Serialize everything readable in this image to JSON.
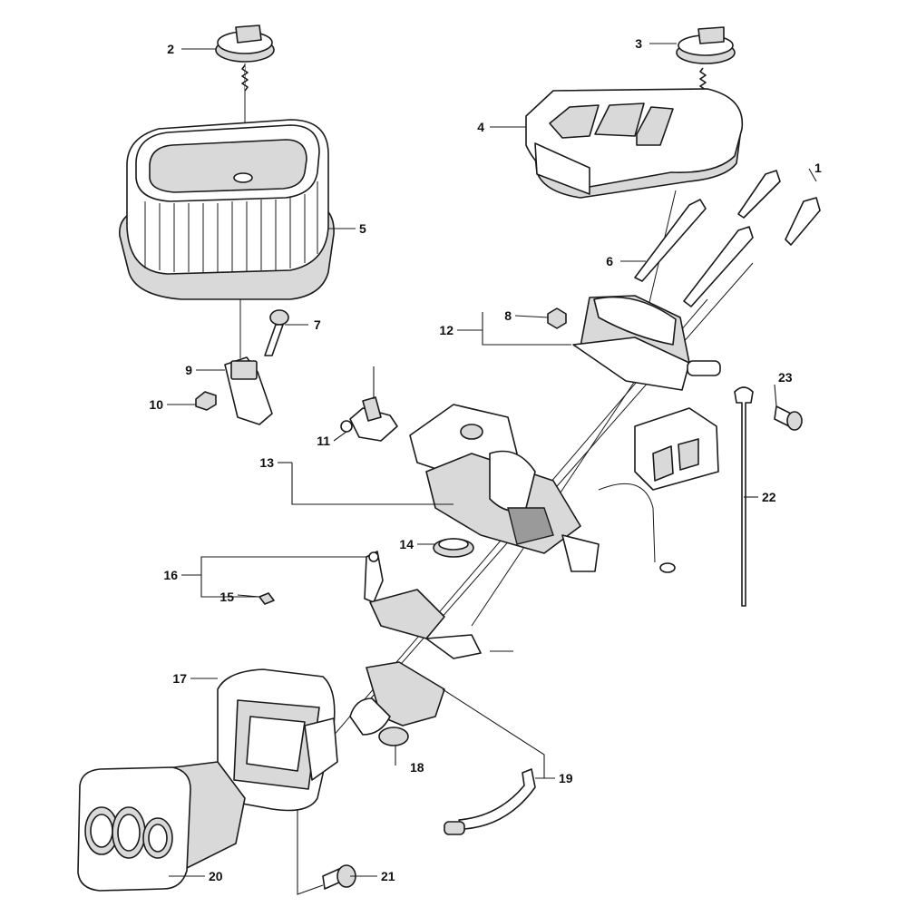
{
  "callouts": {
    "c1": "1",
    "c2": "2",
    "c3": "3",
    "c4": "4",
    "c5": "5",
    "c6": "6",
    "c7": "7",
    "c8": "8",
    "c9": "9",
    "c10": "10",
    "c11": "11",
    "c12": "12",
    "c13": "13",
    "c14": "14",
    "c15": "15",
    "c16": "16",
    "c17": "17",
    "c18": "18",
    "c19": "19",
    "c20": "20",
    "c21": "21",
    "c22": "22",
    "c23": "23"
  },
  "colors": {
    "ink": "#1a1a1a",
    "shade": "#d9d9d9",
    "dark": "#9a9a9a",
    "background": "#ffffff"
  }
}
